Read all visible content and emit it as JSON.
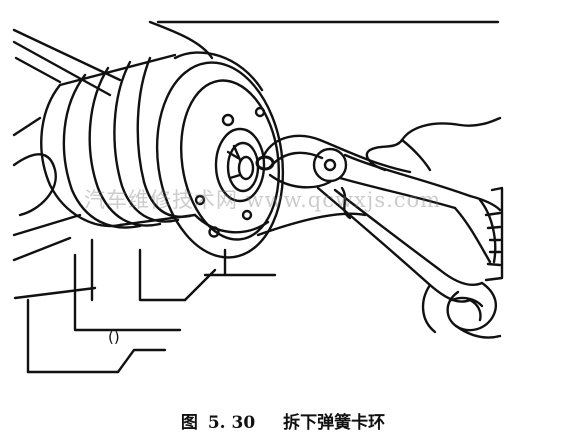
{
  "figure": {
    "watermark": "汽车维修技术网 www.qcwxjs.com",
    "mark": "()"
  },
  "caption": {
    "prefix": "图",
    "number": "5. 30",
    "title": "拆下弹簧卡环"
  },
  "colors": {
    "line": "#111111",
    "background": "#ffffff"
  }
}
